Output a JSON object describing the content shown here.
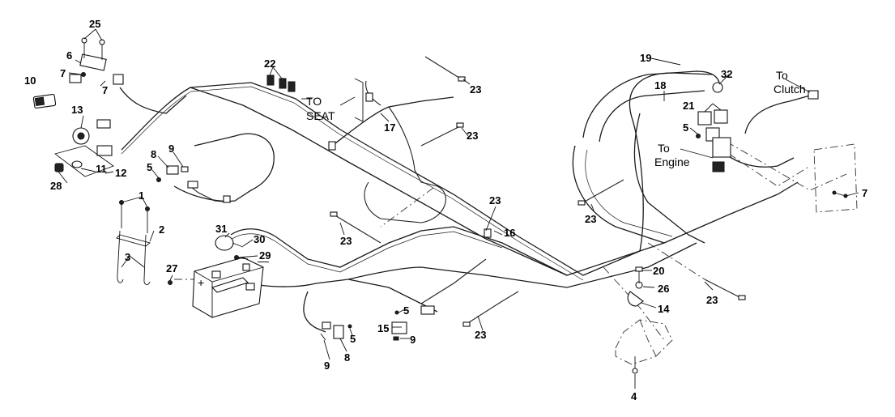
{
  "diagram": {
    "callouts": [
      "1",
      "2",
      "3",
      "4",
      "5",
      "5",
      "5",
      "5",
      "6",
      "7",
      "7",
      "7",
      "8",
      "8",
      "9",
      "9",
      "9",
      "10",
      "11",
      "12",
      "13",
      "14",
      "15",
      "16",
      "17",
      "18",
      "19",
      "20",
      "21",
      "22",
      "23",
      "23",
      "23",
      "23",
      "23",
      "23",
      "23",
      "25",
      "26",
      "27",
      "28",
      "29",
      "30",
      "31",
      "32"
    ],
    "labels": {
      "to_seat_1": "TO",
      "to_seat_2": "SEAT",
      "to_engine_1": "To",
      "to_engine_2": "Engine",
      "to_clutch_1": "To",
      "to_clutch_2": "Clutch",
      "battery_plus": "+",
      "battery_minus": "—"
    }
  }
}
